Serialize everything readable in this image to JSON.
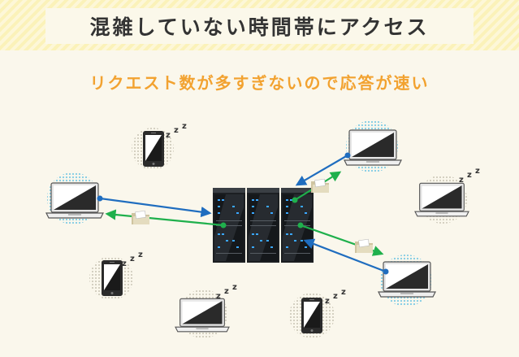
{
  "header": {
    "title": "混雑していない時間帯にアクセス",
    "subtitle": "リクエスト数が多すぎないので応答が速い"
  },
  "colors": {
    "request_arrow": "#1f6dbf",
    "response_arrow": "#1fb04c",
    "title_text": "#333333",
    "subtitle_text": "#f2a230",
    "device_halo": "#8fd4ea",
    "server_body": "#1c1f22"
  },
  "diagram": {
    "sleep_label": "z z z",
    "nodes": [
      {
        "name": "server-rack",
        "icon": "server-icon"
      },
      {
        "name": "laptop-active-left",
        "icon": "laptop-icon",
        "active": true
      },
      {
        "name": "laptop-active-top-right",
        "icon": "laptop-icon",
        "active": true
      },
      {
        "name": "laptop-active-bottom-right",
        "icon": "laptop-icon",
        "active": true
      },
      {
        "name": "laptop-idle-right",
        "icon": "laptop-icon",
        "active": false
      },
      {
        "name": "laptop-idle-bottom",
        "icon": "laptop-icon",
        "active": false
      },
      {
        "name": "phone-idle-top",
        "icon": "smartphone-icon",
        "active": false
      },
      {
        "name": "phone-idle-left",
        "icon": "smartphone-icon",
        "active": false
      },
      {
        "name": "phone-idle-bottom",
        "icon": "smartphone-icon",
        "active": false
      }
    ]
  }
}
